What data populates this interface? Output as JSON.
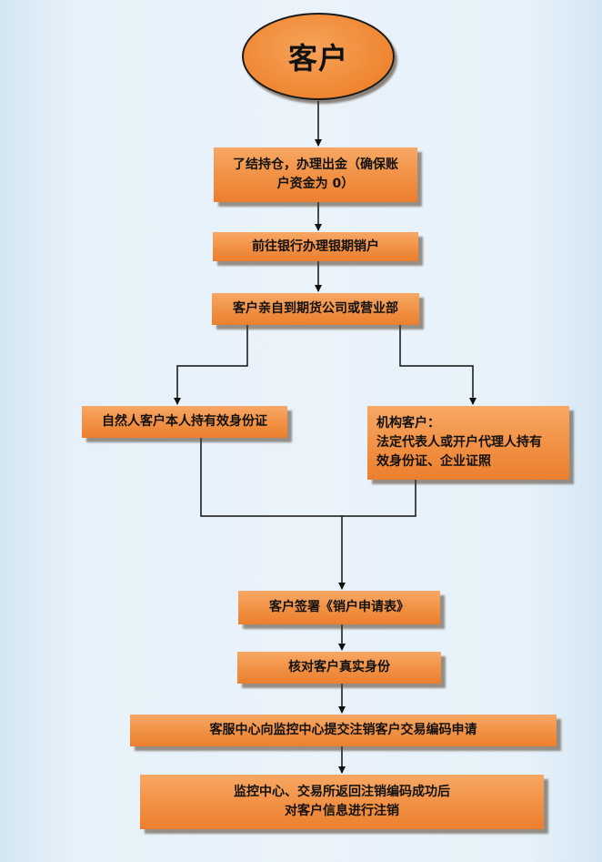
{
  "start": {
    "label": "客户"
  },
  "steps": {
    "close_position": {
      "line1": "了结持仓，办理出金（确保账",
      "line2": "户资金为 0）"
    },
    "bank_cancel": {
      "label": "前往银行办理银期销户"
    },
    "visit_office": {
      "label": "客户亲自到期货公司或营业部"
    },
    "natural_person": {
      "label": "自然人客户本人持有效身份证"
    },
    "institution": {
      "line1": "机构客户：",
      "line2": "法定代表人或开户代理人持有",
      "line3": "效身份证、企业证照"
    },
    "sign_form": {
      "label": "客户签署《销户申请表》"
    },
    "verify_identity": {
      "label": "核对客户真实身份"
    },
    "submit_request": {
      "label": "客服中心向监控中心提交注销客户交易编码申请"
    },
    "final_cancel": {
      "line1": "监控中心、交易所返回注销编码成功后",
      "line2": "对客户信息进行注销"
    }
  },
  "colors": {
    "box_fill": "#f19043",
    "line": "#111111",
    "background": "#e6f1f9"
  }
}
